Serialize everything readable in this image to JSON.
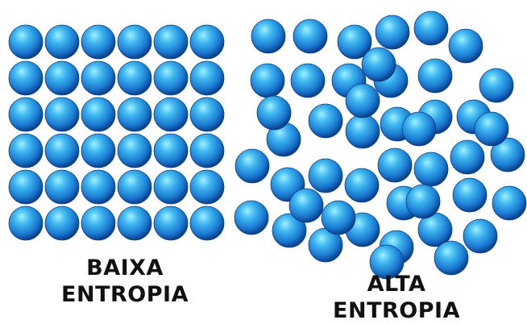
{
  "left_panel": {
    "caption_line1": "BAIXA",
    "caption_line2": "ENTROPIA",
    "arrangement": "ordered grid",
    "rows": 6,
    "columns": 6
  },
  "right_panel": {
    "caption_line1": "ALTA",
    "caption_line2": "ENTROPIA",
    "arrangement": "disordered scatter",
    "particle_count": 46
  },
  "colors": {
    "particle_light": "#7fe0ff",
    "particle_mid": "#1e8ee0",
    "particle_dark": "#0a3f8a",
    "background": "#ffffff",
    "caption_text": "#111111"
  }
}
